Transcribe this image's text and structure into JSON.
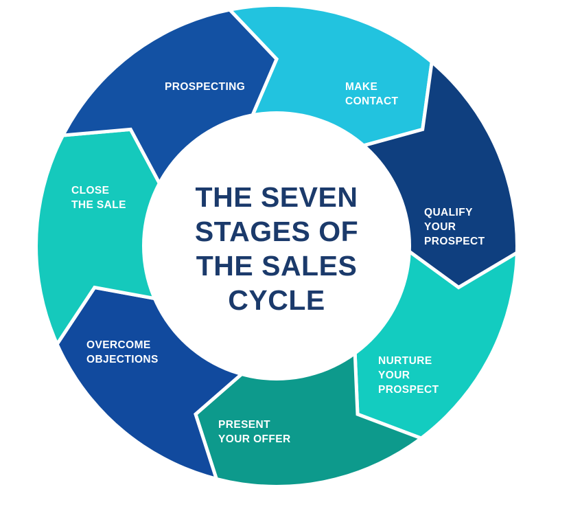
{
  "title_lines": [
    "THE SEVEN",
    "STAGES OF",
    "THE SALES",
    "CYCLE"
  ],
  "stages": [
    {
      "lines": [
        "PROSPECTING"
      ],
      "color": "#22c3df"
    },
    {
      "lines": [
        "MAKE",
        "CONTACT"
      ],
      "color": "#0f3f7f"
    },
    {
      "lines": [
        "QUALIFY",
        "YOUR",
        "PROSPECT"
      ],
      "color": "#13ccc0"
    },
    {
      "lines": [
        "NURTURE",
        "YOUR",
        "PROSPECT"
      ],
      "color": "#0d9a8c"
    },
    {
      "lines": [
        "PRESENT",
        "YOUR OFFER"
      ],
      "color": "#114a9e"
    },
    {
      "lines": [
        "OVERCOME",
        "OBJECTIONS"
      ],
      "color": "#15c9bc"
    },
    {
      "lines": [
        "CLOSE",
        "THE SALE"
      ],
      "color": "#1351a3"
    }
  ],
  "colors": {
    "title": "#1b3a6b",
    "label": "#ffffff",
    "center": "#ffffff"
  }
}
